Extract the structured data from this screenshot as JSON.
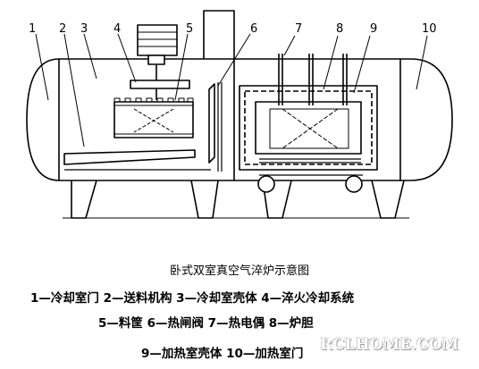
{
  "callout_numbers": [
    "1",
    "2",
    "3",
    "4",
    "5",
    "6",
    "7",
    "8",
    "9",
    "10"
  ],
  "caption": "卧式双室真空气淬炉示意图",
  "legend": [
    "1—冷却室门  2—送料机构  3—冷却室壳体  4—淬火冷却系统",
    "5—料筐  6—热闸阀  7—热电偶  8—炉胆",
    "9—加热室壳体  10—加热室门"
  ],
  "watermark": "RCLHOME.COM"
}
